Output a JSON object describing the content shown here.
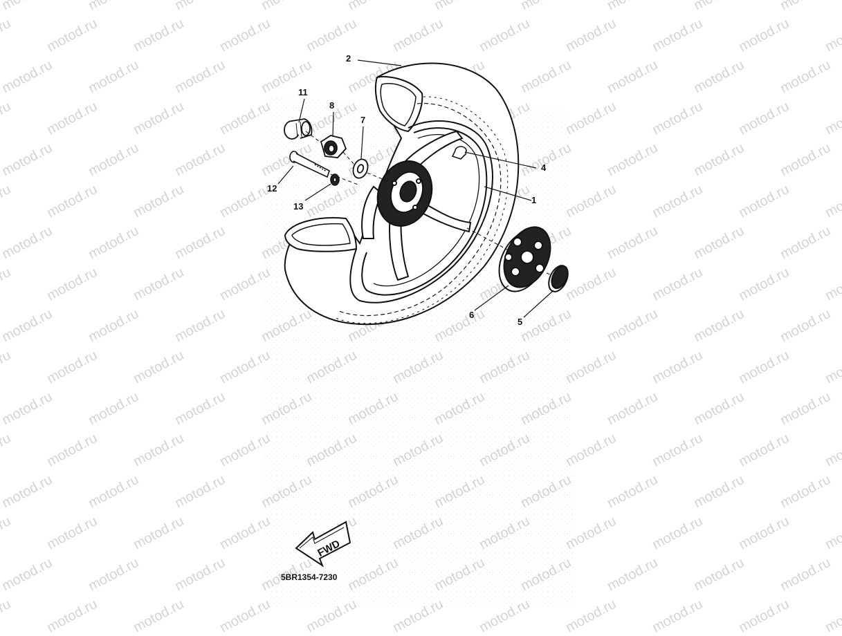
{
  "diagram": {
    "callouts": {
      "c1": "1",
      "c2": "2",
      "c4": "4",
      "c5": "5",
      "c6": "6",
      "c7": "7",
      "c8": "8",
      "c11": "11",
      "c12": "12",
      "c13": "13"
    },
    "fwd_label": "FWD",
    "document_number": "5BR1354-7230"
  },
  "watermark": {
    "text": "motod.ru"
  },
  "colors": {
    "ink": "#111111",
    "watermark": "#d4d4d4",
    "paper": "#ffffff"
  }
}
